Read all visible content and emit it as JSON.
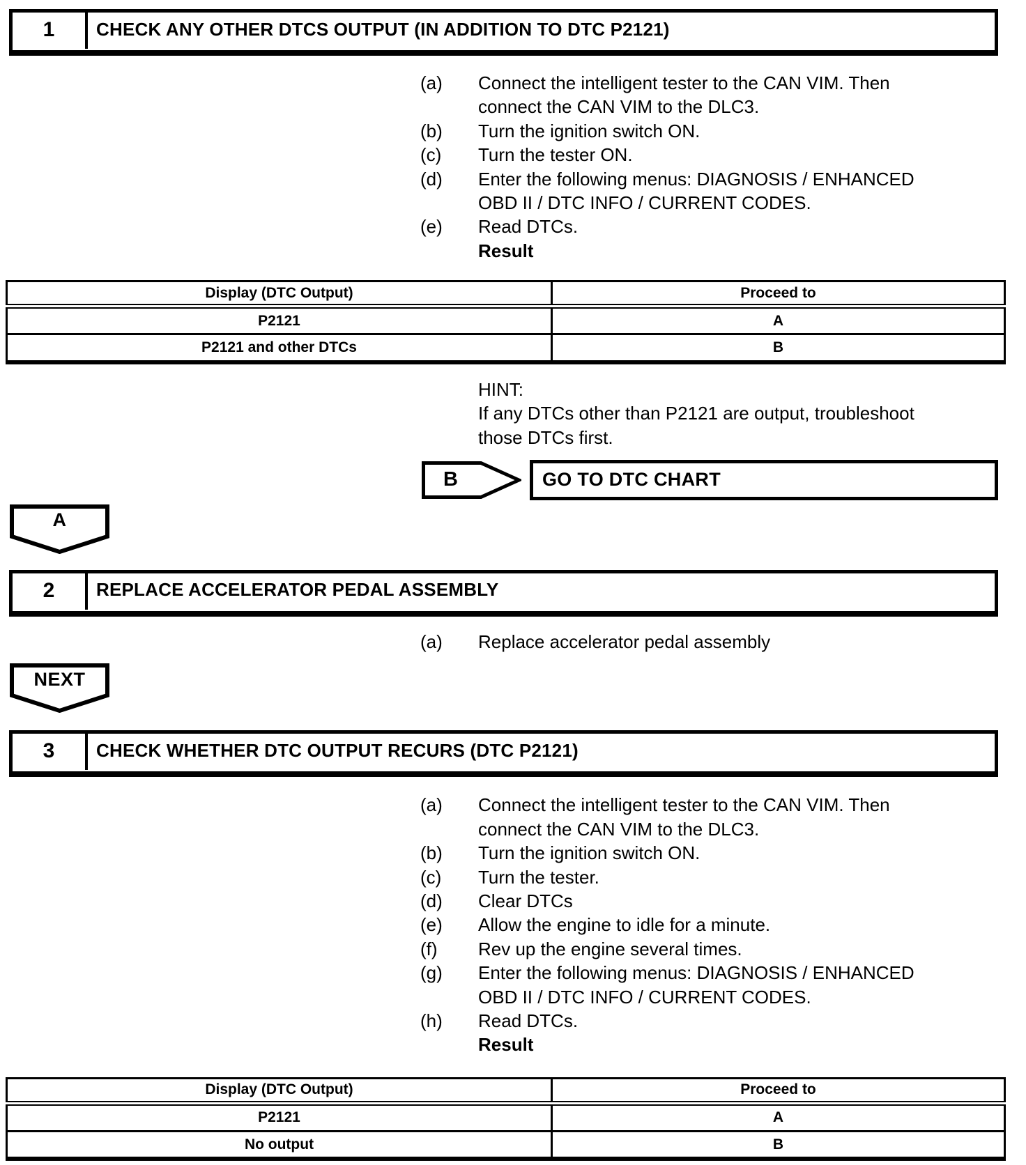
{
  "sections": [
    {
      "number": "1",
      "title": "CHECK ANY OTHER DTCS OUTPUT (IN ADDITION TO DTC P2121)",
      "steps": [
        {
          "marker": "(a)",
          "text": "Connect the intelligent tester to the CAN VIM. Then connect the CAN VIM to the DLC3."
        },
        {
          "marker": "(b)",
          "text": "Turn the ignition switch ON."
        },
        {
          "marker": "(c)",
          "text": "Turn the tester ON."
        },
        {
          "marker": "(d)",
          "text": "Enter the following menus: DIAGNOSIS / ENHANCED OBD II / DTC INFO / CURRENT CODES."
        },
        {
          "marker": "(e)",
          "text": "Read DTCs."
        }
      ],
      "result_label": "Result",
      "table": {
        "headers": [
          "Display (DTC Output)",
          "Proceed to"
        ],
        "rows": [
          [
            "P2121",
            "A"
          ],
          [
            "P2121 and other DTCs",
            "B"
          ]
        ]
      },
      "hint": {
        "label": "HINT:",
        "text": "If any DTCs other than P2121 are output, troubleshoot those DTCs first."
      },
      "connector": {
        "label": "B",
        "target": "GO TO DTC CHART"
      }
    },
    {
      "number": "2",
      "title": "REPLACE ACCELERATOR PEDAL ASSEMBLY",
      "steps": [
        {
          "marker": "(a)",
          "text": "Replace accelerator pedal assembly"
        }
      ]
    },
    {
      "number": "3",
      "title": "CHECK WHETHER DTC OUTPUT RECURS (DTC P2121)",
      "steps": [
        {
          "marker": "(a)",
          "text": "Connect the intelligent tester to the CAN VIM. Then connect the CAN VIM to the DLC3."
        },
        {
          "marker": "(b)",
          "text": "Turn the ignition switch ON."
        },
        {
          "marker": "(c)",
          "text": "Turn the tester."
        },
        {
          "marker": "(d)",
          "text": "Clear DTCs"
        },
        {
          "marker": "(e)",
          "text": "Allow the engine to idle for a minute."
        },
        {
          "marker": "(f)",
          "text": "Rev up the engine several times."
        },
        {
          "marker": "(g)",
          "text": "Enter the following menus: DIAGNOSIS / ENHANCED OBD II / DTC INFO / CURRENT CODES."
        },
        {
          "marker": "(h)",
          "text": "Read DTCs."
        }
      ],
      "result_label": "Result",
      "table": {
        "headers": [
          "Display (DTC Output)",
          "Proceed to"
        ],
        "rows": [
          [
            "P2121",
            "A"
          ],
          [
            "No output",
            "B"
          ]
        ]
      }
    }
  ],
  "connectors": {
    "a_label": "A",
    "next_label": "NEXT"
  },
  "colors": {
    "ink": "#000000",
    "paper": "#ffffff"
  }
}
